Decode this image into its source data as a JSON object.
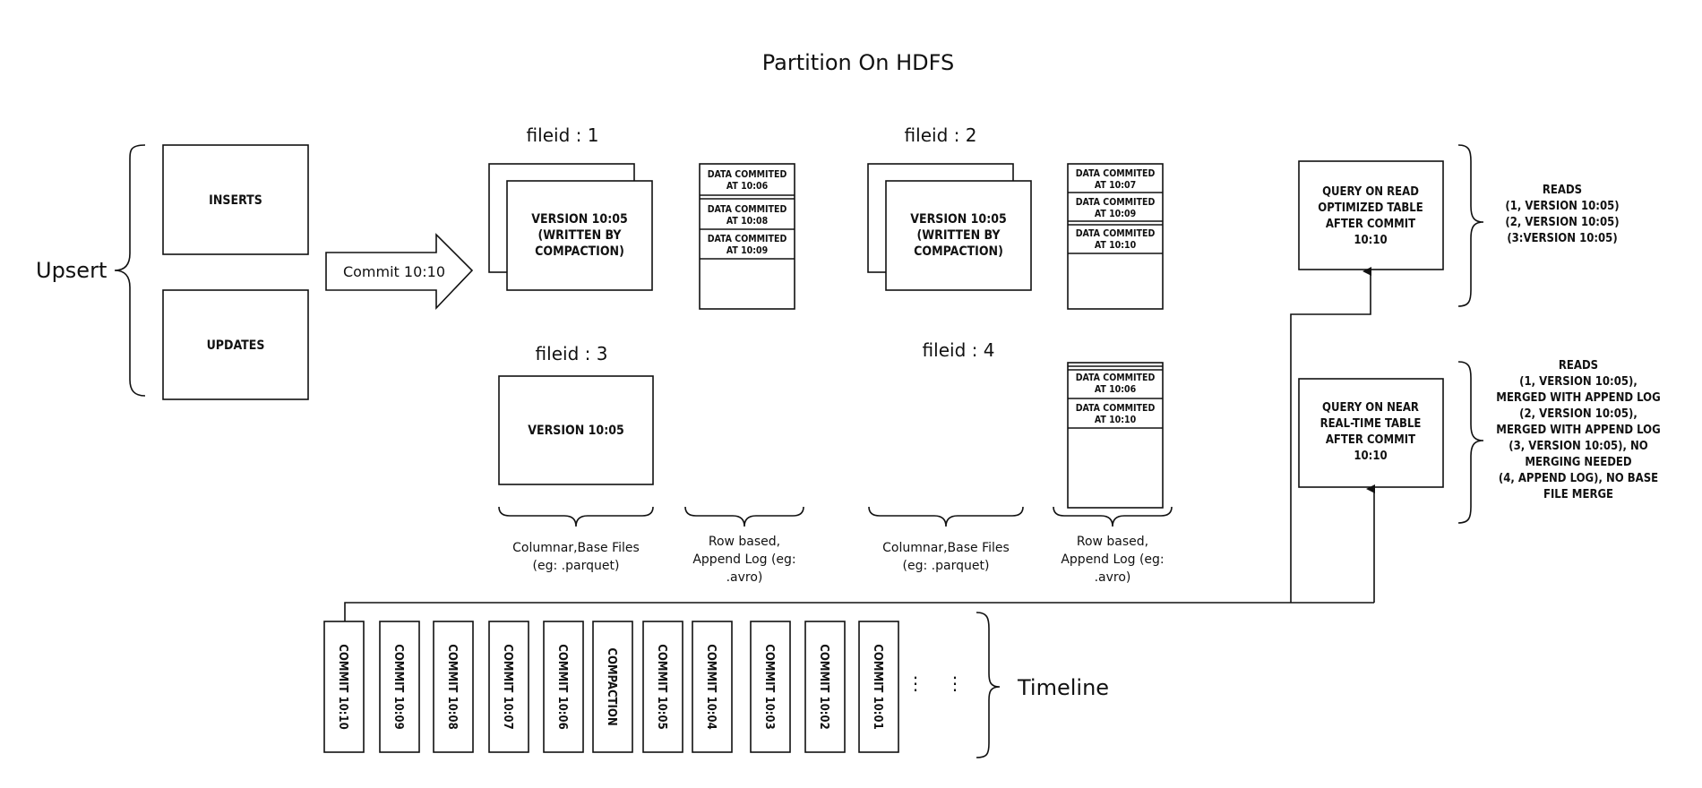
{
  "title": "Partition On HDFS",
  "upsert": {
    "label": "Upsert",
    "inserts": "INSERTS",
    "updates": "UPDATES"
  },
  "commit_arrow": "Commit 10:10",
  "file_groups": [
    {
      "fileid": "fileid : 1",
      "base": [
        "VERSION 10:05",
        "(WRITTEN BY",
        "COMPACTION)"
      ],
      "log": [
        [
          "DATA COMMITED",
          "AT 10:06"
        ],
        [
          "DATA COMMITED",
          "AT 10:08"
        ],
        [
          "DATA COMMITED",
          "AT 10:09"
        ]
      ]
    },
    {
      "fileid": "fileid : 2",
      "base": [
        "VERSION 10:05",
        "(WRITTEN BY",
        "COMPACTION)"
      ],
      "log": [
        [
          "DATA COMMITED",
          "AT 10:07"
        ],
        [
          "DATA COMMITED",
          "AT 10:09"
        ],
        [
          "DATA COMMITED",
          "AT 10:10"
        ]
      ]
    },
    {
      "fileid": "fileid : 3",
      "base": [
        "VERSION 10:05"
      ],
      "log": []
    },
    {
      "fileid": "fileid : 4",
      "base": [],
      "log": [
        [
          "DATA COMMITED",
          "AT 10:06"
        ],
        [
          "DATA COMMITED",
          "AT 10:10"
        ]
      ]
    }
  ],
  "brace_labels": {
    "columnar": [
      "Columnar,Base Files",
      "(eg: .parquet)"
    ],
    "rowbased": [
      "Row based,",
      "Append Log  (eg:",
      ".avro)"
    ]
  },
  "queries": [
    {
      "box": [
        "QUERY ON READ",
        "OPTIMIZED TABLE",
        "AFTER COMMIT",
        "10:10"
      ],
      "reads": [
        "READS",
        "(1, VERSION 10:05)",
        "(2, VERSION 10:05)",
        "(3:VERSION 10:05)"
      ]
    },
    {
      "box": [
        "QUERY ON NEAR",
        "REAL-TIME TABLE",
        "AFTER COMMIT",
        "10:10"
      ],
      "reads": [
        "READS",
        "(1, VERSION 10:05),",
        "MERGED WITH APPEND LOG",
        "(2, VERSION 10:05),",
        "MERGED WITH APPEND LOG",
        "(3, VERSION 10:05), NO",
        "MERGING NEEDED",
        "(4, APPEND LOG), NO BASE",
        "FILE MERGE"
      ]
    }
  ],
  "timeline": {
    "label": "Timeline",
    "items": [
      "COMMIT 10:10",
      "COMMIT 10:09",
      "COMMIT 10:08",
      "COMMIT 10:07",
      "COMMIT 10:06",
      "COMPACTION",
      "COMMIT 10:05",
      "COMMIT 10:04",
      "COMMIT 10:03",
      "COMMIT 10:02",
      "COMMIT 10:01"
    ],
    "ellipsis": [
      "⋮",
      "⋮"
    ]
  }
}
